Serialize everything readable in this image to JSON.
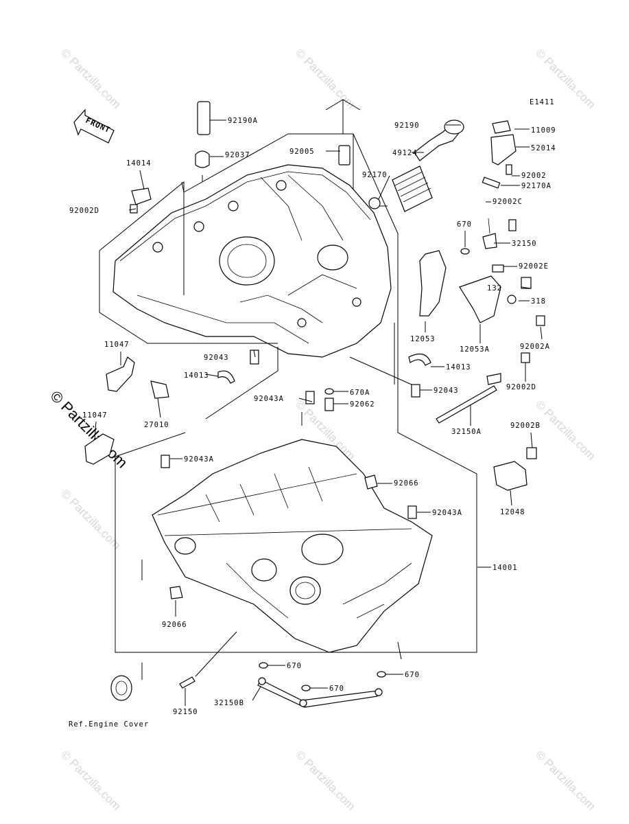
{
  "diagram": {
    "code": "E1411",
    "front_label": "FRONT",
    "ref_label": "Ref.Engine Cover",
    "watermark": "© Partzilla.com",
    "callouts": [
      "92190A",
      "92037",
      "92005",
      "14014",
      "92002D",
      "92190",
      "49124",
      "92170",
      "11009",
      "52014",
      "92002",
      "92170A",
      "92002C",
      "670",
      "32150",
      "92002E",
      "132",
      "318",
      "12053",
      "12053A",
      "92002A",
      "14013",
      "11047",
      "92043",
      "14013",
      "27010",
      "92043",
      "92002D",
      "92043A",
      "670A",
      "92062",
      "32150A",
      "11047",
      "92002B",
      "92043A",
      "92066",
      "12048",
      "92043A",
      "14001",
      "92066",
      "670",
      "670",
      "670",
      "92150",
      "32150B"
    ]
  }
}
